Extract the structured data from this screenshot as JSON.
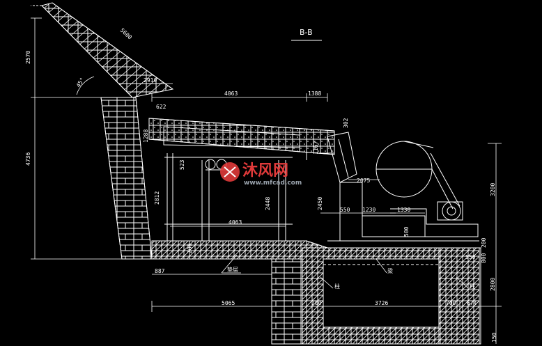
{
  "drawing": {
    "section_title": "B-B",
    "colors": {
      "background": "#000000",
      "line": "#ffffff",
      "watermark": "#e03a3a",
      "watermark_text": "#9aa3ad"
    },
    "dimensions": {
      "slope_len": "5600",
      "top_height": "2570",
      "left_height": "4736",
      "angle": "45°",
      "hopper_w": "2910",
      "feeder_len": "4063",
      "d_1388": "1388",
      "d_622": "622",
      "d_1288": "1288",
      "d_302": "302",
      "d_1167": "1167",
      "d_523": "523",
      "d_2812": "2812",
      "d_2448": "2448",
      "d_2450": "2450",
      "d_4063b": "4063",
      "d_2075": "2075",
      "d_3200": "3200",
      "d_550": "550",
      "d_1230": "1230",
      "d_1330": "1330",
      "d_500": "500",
      "d_200": "200",
      "d_800": "800",
      "d_200b": "200",
      "d_550b": "550",
      "d_700": "700",
      "d_2800": "2800",
      "d_887": "887",
      "d_5065": "5065",
      "d_700b": "700",
      "d_3726": "3726",
      "d_700c": "700",
      "d_674": "674",
      "d_150": "150"
    },
    "labels": {
      "concrete": "垫层",
      "beam": "梁",
      "column_a": "柱",
      "column_b": "柱"
    },
    "watermark": {
      "brand": "沐风网",
      "site": "www.mfcad.com"
    }
  }
}
